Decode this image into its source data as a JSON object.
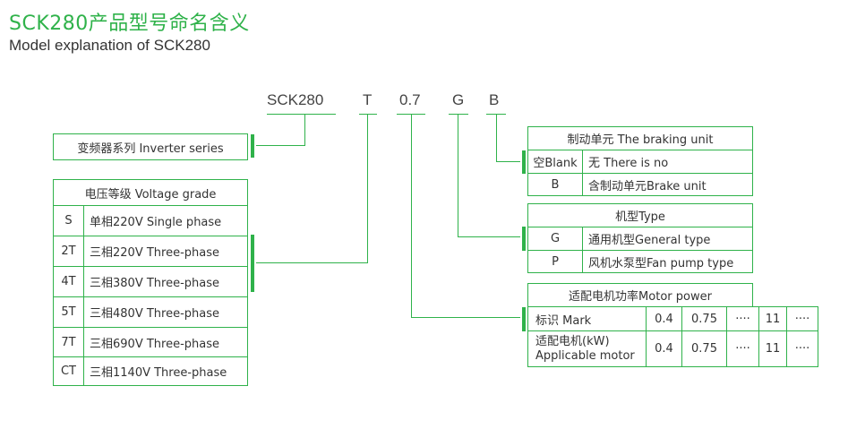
{
  "title_cn": "SCK280产品型号命名含义",
  "title_en": "Model explanation of SCK280",
  "code": {
    "series": "SCK280",
    "voltage": "T",
    "power": "0.7",
    "type": "G",
    "brake": "B"
  },
  "series_box": {
    "label": "变频器系列 Inverter series"
  },
  "voltage_table": {
    "header": "电压等级 Voltage grade",
    "rows": [
      {
        "code": "S",
        "desc": "单相220V Single phase"
      },
      {
        "code": "2T",
        "desc": "三相220V Three-phase"
      },
      {
        "code": "4T",
        "desc": "三相380V Three-phase"
      },
      {
        "code": "5T",
        "desc": "三相480V Three-phase"
      },
      {
        "code": "7T",
        "desc": "三相690V Three-phase"
      },
      {
        "code": "CT",
        "desc": "三相1140V Three-phase"
      }
    ]
  },
  "brake_table": {
    "header": "制动单元 The braking unit",
    "rows": [
      {
        "code": "空Blank",
        "desc": "无 There is no"
      },
      {
        "code": "B",
        "desc": "含制动单元Brake unit"
      }
    ]
  },
  "type_table": {
    "header": "机型Type",
    "rows": [
      {
        "code": "G",
        "desc": "通用机型General type"
      },
      {
        "code": "P",
        "desc": "风机水泵型Fan pump type"
      }
    ]
  },
  "power_table": {
    "header": "适配电机功率Motor power",
    "row1": {
      "label": "标识 Mark",
      "values": [
        "0.4",
        "0.75",
        "····",
        "11",
        "····"
      ]
    },
    "row2": {
      "label_line1": "适配电机(kW)",
      "label_line2": "Applicable motor",
      "values": [
        "0.4",
        "0.75",
        "····",
        "11",
        "····"
      ]
    }
  },
  "colors": {
    "accent": "#2fb24a",
    "text": "#333333"
  }
}
